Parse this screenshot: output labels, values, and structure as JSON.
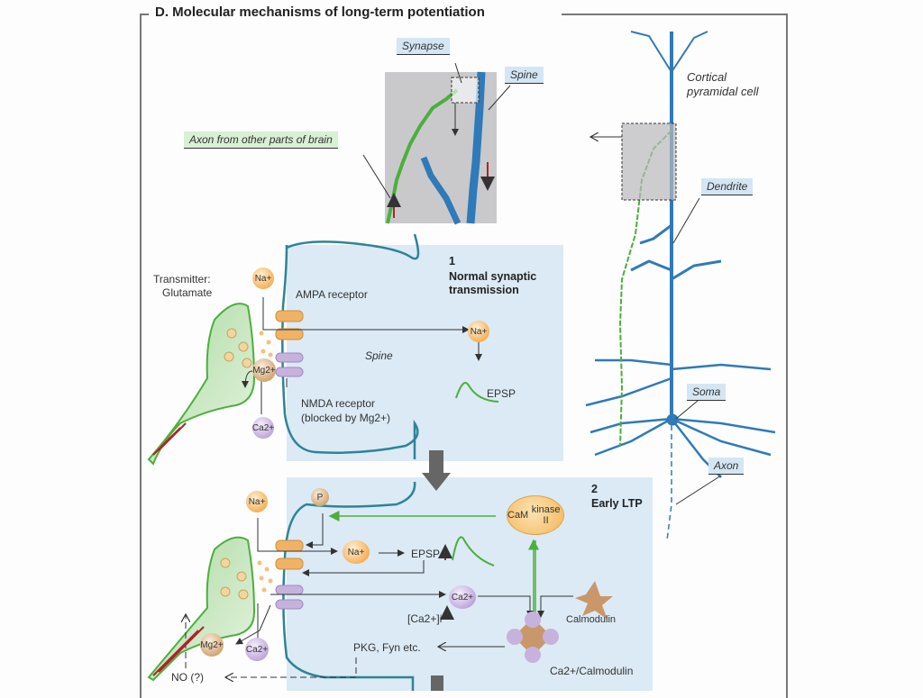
{
  "title": "D. Molecular mechanisms of long-term potentiation",
  "overview": {
    "synapse_label": "Synapse",
    "spine_label": "Spine",
    "axon_label": "Axon from other parts of brain",
    "cell_label_line1": "Cortical",
    "cell_label_line2": "pyramidal cell",
    "dendrite_label": "Dendrite",
    "soma_label": "Soma",
    "neuron_axon_label": "Axon"
  },
  "panel1": {
    "number": "1",
    "title_line1": "Normal synaptic",
    "title_line2": "transmission",
    "transmitter_line1": "Transmitter:",
    "transmitter_line2": "Glutamate",
    "na_ion": "Na+",
    "ampa_label": "AMPA receptor",
    "spine_label": "Spine",
    "mg_ion": "Mg2+",
    "ca_ion": "Ca2+",
    "nmda_line1": "NMDA receptor",
    "nmda_line2": "(blocked by Mg2+)",
    "epsp_label": "EPSP"
  },
  "panel2": {
    "number": "2",
    "title": "Early LTP",
    "na_ion": "Na+",
    "p_label": "P",
    "camk_line1": "CaM",
    "camk_line2": "kinase II",
    "epsp_label": "EPSP",
    "ca_ion": "Ca2+",
    "ca_conc_label": "[Ca2+]i",
    "calmodulin_label": "Calmodulin",
    "ca_calmodulin_label": "Ca2+/Calmodulin",
    "pkg_label": "PKG, Fyn etc.",
    "mg_ion": "Mg2+",
    "no_label": "NO (?)"
  },
  "colors": {
    "panel_bg": "#dbeaf5",
    "membrane": "#2e8496",
    "axon_green": "#4caf3c",
    "dendrite_blue": "#2f7ab8",
    "arrow_red": "#b2202a",
    "arrow_gray": "#666666"
  }
}
